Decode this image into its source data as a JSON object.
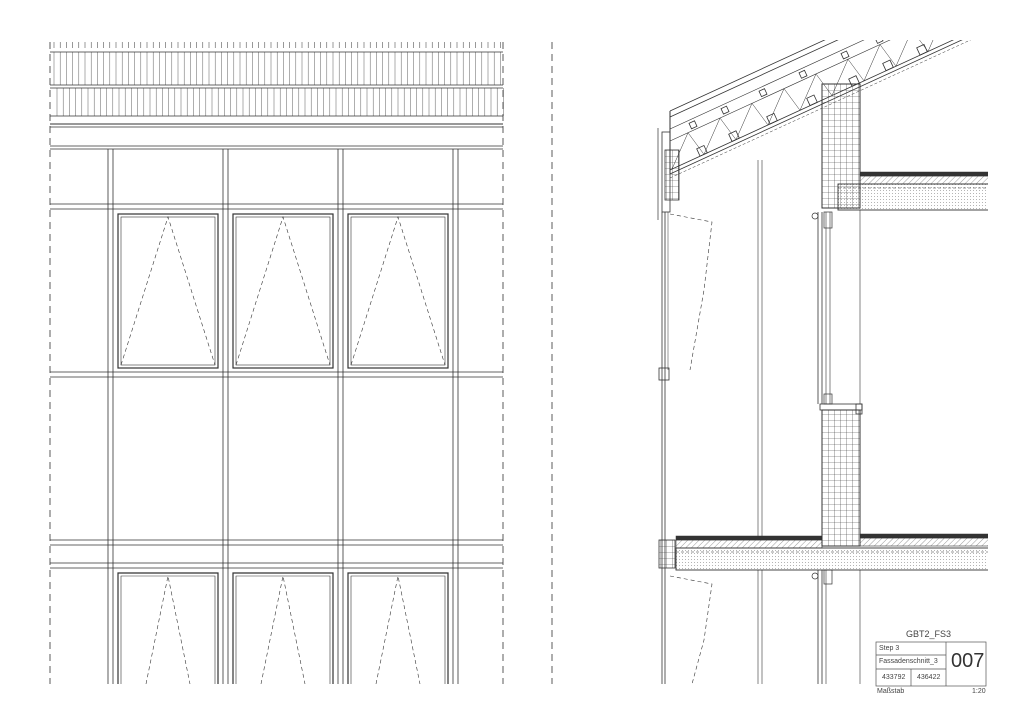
{
  "title_block": {
    "drawing_name": "GBT2_FS3",
    "step": "Step 3",
    "view_name": "Fassadenschnitt_3",
    "id_1": "433792",
    "id_2": "436422",
    "sheet_number": "007",
    "scale_label": "Maßstab",
    "scale_value": "1:20"
  },
  "colors": {
    "line": "#333333",
    "light": "#777777",
    "paper": "#ffffff"
  }
}
